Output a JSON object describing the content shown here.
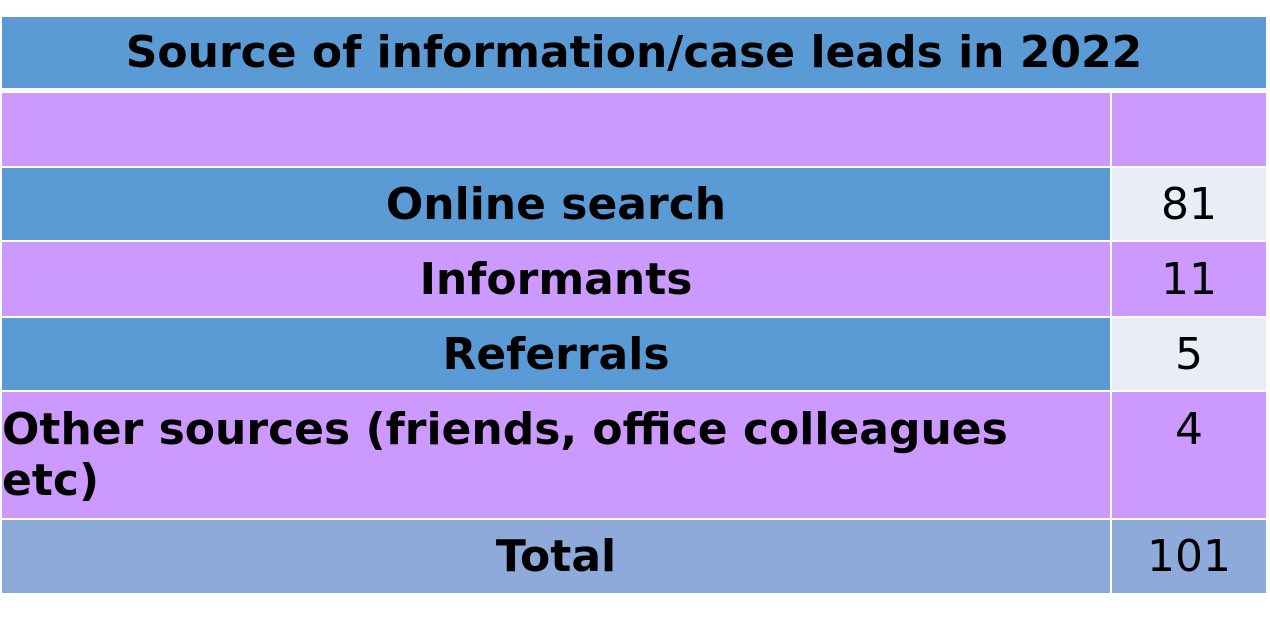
{
  "table": {
    "title": "Source of information/case leads in 2022",
    "header_row": {
      "label": "",
      "value": ""
    },
    "rows": [
      {
        "label": "Online search",
        "value": "81"
      },
      {
        "label": "Informants",
        "value": "11"
      },
      {
        "label": "Referrals",
        "value": "5"
      },
      {
        "label": "Other sources (friends, office colleagues etc)",
        "value": "4"
      }
    ],
    "total": {
      "label": "Total",
      "value": "101"
    }
  },
  "colors": {
    "blue": "#5b9bd5",
    "purple": "#cc99ff",
    "light": "#e9edf5",
    "total": "#8eaadb"
  }
}
